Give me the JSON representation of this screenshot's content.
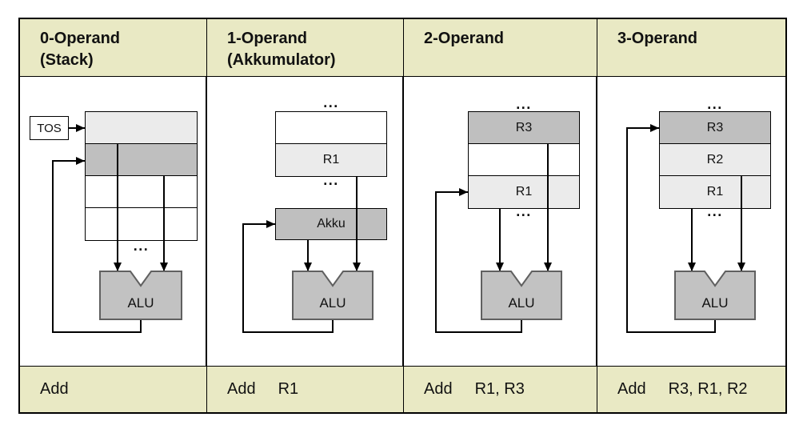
{
  "colors": {
    "header_footer_bg": "#e9e9c4",
    "cell_light_gray": "#ebebeb",
    "cell_medium_gray": "#bfbfbf",
    "alu_fill": "#c2c2c2",
    "alu_border": "#606060",
    "line_color": "#000000",
    "page_bg": "#ffffff"
  },
  "columns": [
    {
      "header_lines": [
        "0-Operand",
        "(Stack)"
      ],
      "tos_label": "TOS",
      "ellipsis": "...",
      "alu_label": "ALU",
      "instruction": {
        "mnemonic": "Add",
        "operands": ""
      }
    },
    {
      "header_lines": [
        "1-Operand",
        "(Akkumulator)"
      ],
      "ellipsis_top": "...",
      "register_label": "R1",
      "ellipsis_mid": "...",
      "akku_label": "Akku",
      "alu_label": "ALU",
      "instruction": {
        "mnemonic": "Add",
        "operands": "R1"
      }
    },
    {
      "header_lines": [
        "2-Operand"
      ],
      "ellipsis_top": "...",
      "register_labels": {
        "top": "R3",
        "middle": "",
        "bottom": "R1"
      },
      "ellipsis_bottom": "...",
      "alu_label": "ALU",
      "instruction": {
        "mnemonic": "Add",
        "operands": "R1, R3"
      }
    },
    {
      "header_lines": [
        "3-Operand"
      ],
      "ellipsis_top": "...",
      "register_labels": {
        "top": "R3",
        "middle": "R2",
        "bottom": "R1"
      },
      "ellipsis_bottom": "...",
      "alu_label": "ALU",
      "instruction": {
        "mnemonic": "Add",
        "operands": "R3, R1, R2"
      }
    }
  ]
}
